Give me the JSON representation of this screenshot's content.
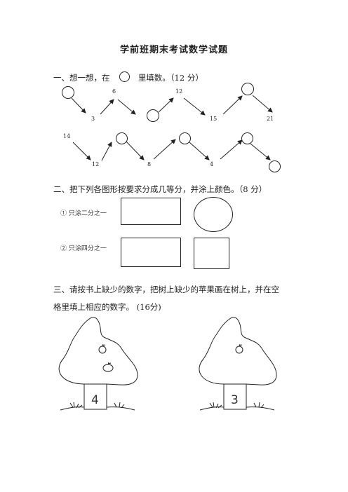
{
  "title": "学前班期末考试数学试题",
  "section1": {
    "prefix": "一、想一想，在",
    "suffix": "里填数。（12 分）",
    "row1_numbers": [
      "6",
      "12",
      "3",
      "15",
      "21"
    ],
    "row2_numbers": [
      "14",
      "12",
      "8",
      "4"
    ]
  },
  "section2": {
    "heading": "二、把下列各图形按要求分成几等分，并涂上颜色。（8 分）",
    "item1": "① 只涂二分之一",
    "item2": "② 只涂四分之一"
  },
  "section3": {
    "line1": "三、请按书上缺少的数字，把树上缺少的苹果画在树上，并在空",
    "line2": "格里填上相应的数字。 (16分)",
    "tree1_number": "4",
    "tree2_number": "3"
  }
}
